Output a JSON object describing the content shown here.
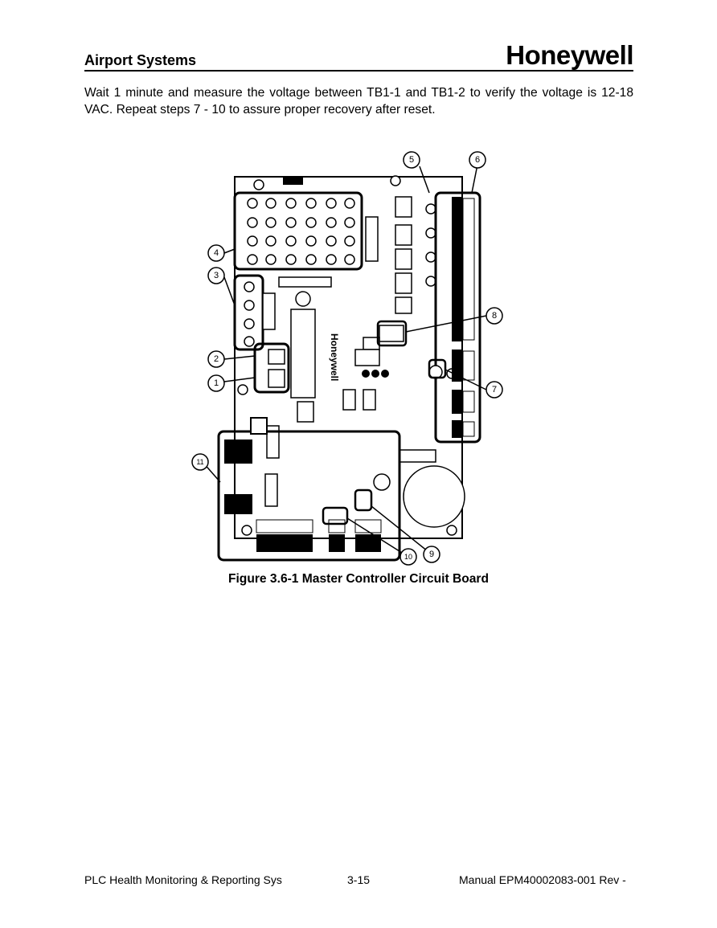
{
  "header": {
    "section_title": "Airport Systems",
    "logo_text": "Honeywell"
  },
  "body": {
    "paragraph": "Wait 1 minute and measure the voltage between TB1-1 and TB1-2 to verify the voltage is 12-18 VAC. Repeat steps 7 - 10 to assure proper recovery after reset."
  },
  "figure": {
    "caption": "Figure 3.6-1 Master Controller Circuit Board",
    "board_marking": "Honeywell",
    "callouts": [
      "1",
      "2",
      "3",
      "4",
      "5",
      "6",
      "7",
      "8",
      "9",
      "10",
      "11"
    ]
  },
  "footer": {
    "left": "PLC Health Monitoring & Reporting Sys",
    "center": "3-15",
    "right": "Manual EPM40002083-001 Rev -"
  }
}
